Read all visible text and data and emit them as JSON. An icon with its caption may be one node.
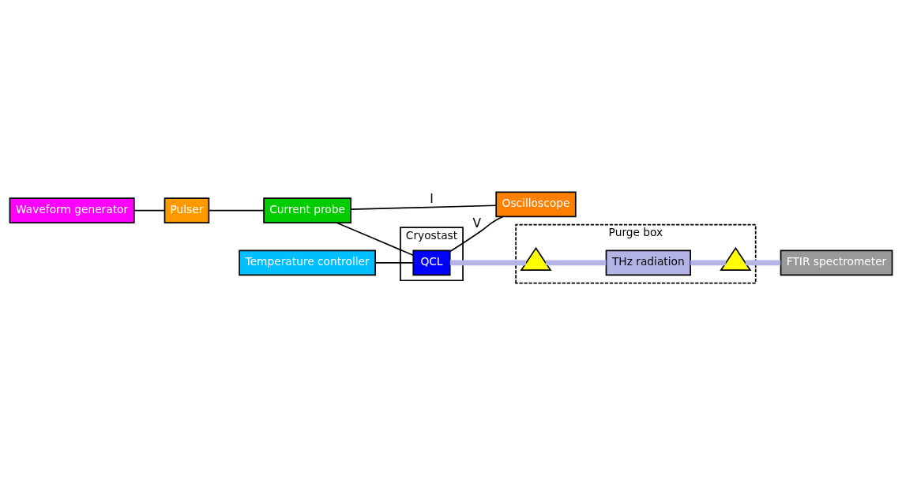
{
  "diagram": {
    "nodes": [
      {
        "text": [
          "Waveform generator"
        ]
      },
      {
        "text": [
          "Pulser"
        ]
      },
      {
        "text": [
          "Current probe"
        ]
      },
      {
        "text": [
          "Oscilloscope"
        ]
      },
      {
        "text": [
          "Temperature controller"
        ]
      },
      {
        "text": [
          "Cryostast"
        ]
      },
      {
        "text": [
          "QCL"
        ],
        "in": 5
      },
      {
        "text": [
          "Purge box"
        ]
      },
      {
        "text": [],
        "shape": "triangle",
        "in": 7
      },
      {
        "text": [
          "THz radiation"
        ],
        "in": 7
      },
      {
        "text": [],
        "shape": "triangle",
        "in": 7
      },
      {
        "text": [
          "FTIR spectrometer"
        ]
      }
    ],
    "edges": [
      {
        "from": 0,
        "to": 1,
        "arrow": "none"
      },
      {
        "from": 1,
        "to": 2,
        "arrow": "none"
      },
      {
        "from": 2,
        "to": 6,
        "arrow": "none"
      },
      {
        "from": 4,
        "to": 6,
        "arrow": "none"
      },
      {
        "from": 2,
        "to": 3,
        "arrow": "none",
        "label": "I"
      },
      {
        "from": 6,
        "to": 3,
        "arrow": "none",
        "label": "V"
      },
      {
        "from": 6,
        "to": 8,
        "arrow": "none",
        "style": "thick",
        "color": "#b3b3e6"
      },
      {
        "from": 8,
        "to": 9,
        "arrow": "none",
        "style": "thick",
        "color": "#b3b3e6"
      },
      {
        "from": 9,
        "to": 10,
        "arrow": "none",
        "style": "thick",
        "color": "#b3b3e6"
      },
      {
        "from": 10,
        "to": 11,
        "arrow": "none",
        "style": "thick",
        "color": "#b3b3e6"
      }
    ]
  }
}
